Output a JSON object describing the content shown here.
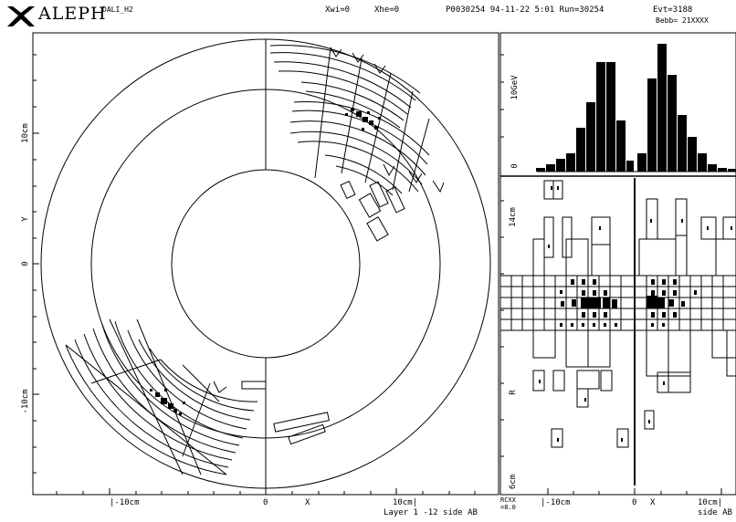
{
  "header": {
    "app": "ALEPH",
    "view": "DALI_H2",
    "xwi": "Xwi=0",
    "xhe": "Xhe=0",
    "run": "P0030254 94-11-22  5:01 Run=30254",
    "evt": "Evt=3188",
    "beam": "Bebb=  21XXXX"
  },
  "left_view": {
    "y_label": "Y",
    "y_ticks": [
      "10cm",
      "0",
      "-10cm"
    ],
    "x_ticks": [
      "|-10cm",
      "0",
      "X",
      "10cm|"
    ]
  },
  "right_view": {
    "hist_label": "10GeV",
    "hist_zero": "0",
    "lego_y_top": "14cm",
    "lego_y_label": "R",
    "lego_y_bottom": "6cm",
    "x_ticks": [
      "|-10cm",
      "0",
      "X",
      "10cm|"
    ],
    "corner": "RCXX\n=8.0",
    "footer": "Layer 1 -12 side AB",
    "footer_right": "side AB"
  }
}
